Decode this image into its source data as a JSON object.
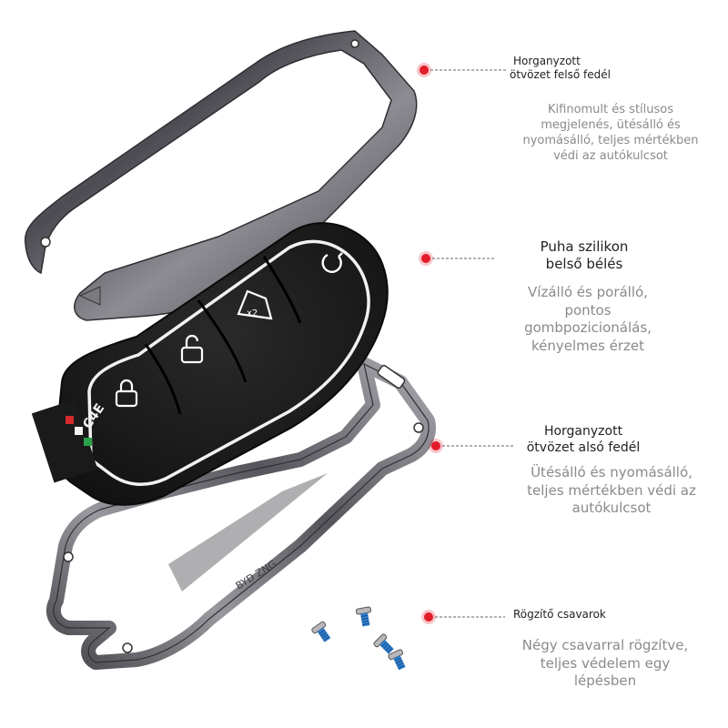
{
  "callouts": [
    {
      "title_line1": "Horganyzott",
      "title_line2": "ötvözet felső fedél",
      "desc_lines": [
        "Kifinomult és stílusos",
        "megjelenés, ütésálló és",
        "nyomásálló, teljes mértékben",
        "védi az autókulcsot"
      ]
    },
    {
      "title_line1": "Puha szilikon",
      "title_line2": "belső bélés",
      "desc_lines": [
        "Vízálló és porálló,",
        "pontos",
        "gombpozicionálás,",
        "kényelmes érzet"
      ]
    },
    {
      "title_line1": "Horganyzott",
      "title_line2": "ötvözet alsó fedél",
      "desc_lines": [
        "Ütésálló és nyomásálló,",
        "teljes mértékben védi az",
        "autókulcsot"
      ]
    },
    {
      "title_line1": "Rögzítő csavarok",
      "title_line2": "",
      "desc_lines": [
        "Négy csavarral rögzítve,",
        "teljes védelem egy",
        "lépésben"
      ]
    }
  ],
  "product": {
    "key_brand_text": "C4E",
    "frame_engraving": "BYD ZNG",
    "buttons": [
      "lock-icon",
      "unlock-icon",
      "trunk-icon",
      "power-icon"
    ]
  },
  "colors": {
    "accent_dot": "#e31c2a",
    "frame_metal": "#5a5a5e",
    "silicone": "#1c1c1c"
  }
}
